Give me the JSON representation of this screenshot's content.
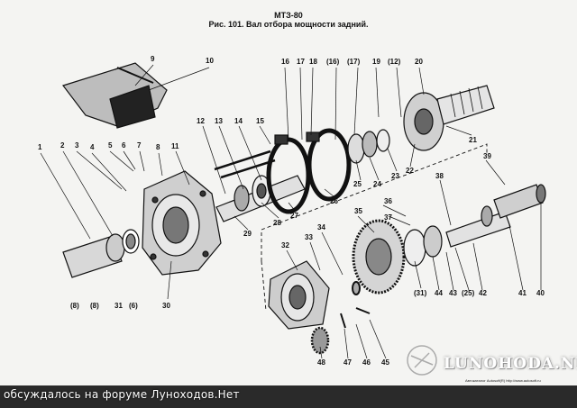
{
  "header": {
    "model": "МТЗ-80",
    "caption": "Рис. 101. Вал отбора мощности задний."
  },
  "callouts": [
    "1",
    "2",
    "3",
    "4",
    "5",
    "6",
    "7",
    "8",
    "9",
    "10",
    "11",
    "12",
    "13",
    "14",
    "15",
    "16",
    "17",
    "18",
    "(16)",
    "(17)",
    "19",
    "(12)",
    "20",
    "21",
    "22",
    "23",
    "24",
    "25",
    "26",
    "27",
    "28",
    "29",
    "30",
    "(8)",
    "(8)",
    "31",
    "(6)",
    "32",
    "33",
    "34",
    "35",
    "36",
    "37",
    "38",
    "39",
    "(31)",
    "44",
    "43",
    "(25)",
    "42",
    "41",
    "40",
    "48",
    "47",
    "46",
    "45"
  ],
  "watermark": {
    "brand": "LUNOHODA.NET",
    "credit": "Автокаталог Autosoft(R) http://www.autosoft.ru"
  },
  "footer": {
    "text": "обсуждалось на форуме Луноходов.Нет"
  },
  "colors": {
    "ink": "#111111",
    "paper": "#f4f4f2",
    "footer_bg": "#2a2a2a",
    "footer_text": "#ffffff"
  }
}
